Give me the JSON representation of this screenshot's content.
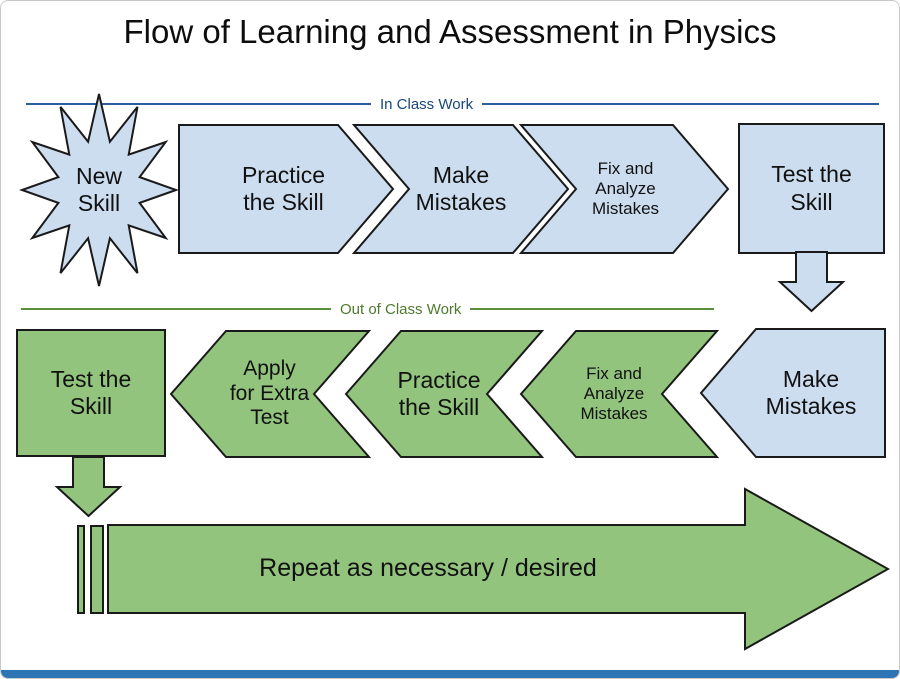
{
  "title": "Flow of Learning and Assessment in Physics",
  "sections": {
    "in_class": "In Class Work",
    "out_of_class": "Out of Class Work"
  },
  "in_class": {
    "new_skill": "New Skill",
    "practice": "Practice the Skill",
    "make_mistakes": "Make Mistakes",
    "fix_analyze": "Fix and Analyze Mistakes",
    "test": "Test the Skill"
  },
  "out_of_class": {
    "make_mistakes": "Make Mistakes",
    "fix_analyze": "Fix and Analyze Mistakes",
    "practice": "Practice the Skill",
    "apply_extra": "Apply for Extra Test",
    "test": "Test the Skill"
  },
  "repeat": {
    "label": "Repeat as necessary / desired"
  },
  "colors": {
    "in_class_fill": "#cdddf0",
    "out_of_class_fill": "#93c47d",
    "outline": "#1a1a1a",
    "in_class_accent": "#2e5d9f",
    "in_class_text": "#17477e",
    "out_of_class_accent": "#5a8f3c",
    "out_of_class_text": "#4e7a2e",
    "footer_bar": "#2e75b6"
  }
}
